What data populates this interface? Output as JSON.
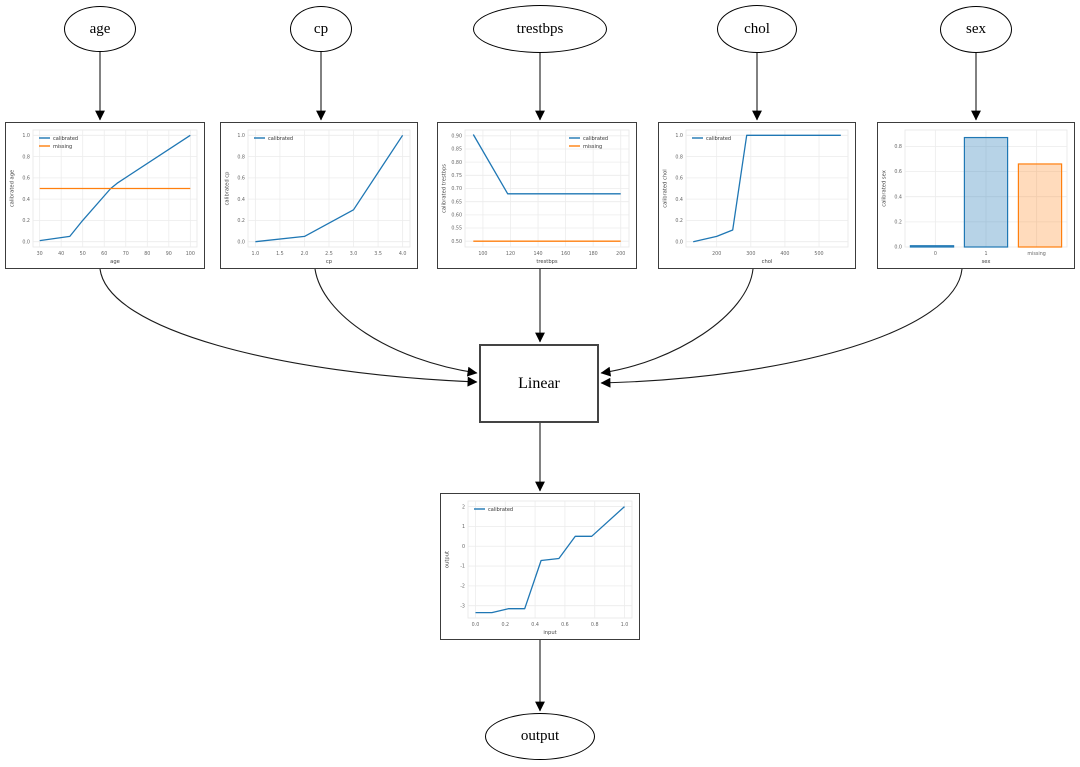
{
  "diagram": {
    "nodes": {
      "age": {
        "label": "age"
      },
      "cp": {
        "label": "cp"
      },
      "trestbps": {
        "label": "trestbps"
      },
      "chol": {
        "label": "chol"
      },
      "sex": {
        "label": "sex"
      },
      "linear": {
        "label": "Linear"
      },
      "output": {
        "label": "output"
      }
    },
    "colors": {
      "calibrated": "#1f77b4",
      "missing": "#ff7f0e",
      "edge": "#1a1a1a",
      "panel_border": "#3c3c3c"
    }
  },
  "chart_data": [
    {
      "id": "calibrator-age",
      "type": "line",
      "xlabel": "age",
      "ylabel": "calibrated age",
      "xlim": [
        26.9,
        103.1
      ],
      "ylim": [
        -0.05,
        1.05
      ],
      "xticks": [
        "30",
        "40",
        "50",
        "60",
        "70",
        "80",
        "90",
        "100"
      ],
      "yticks": [
        "0.0",
        "0.2",
        "0.4",
        "0.6",
        "0.8",
        "1.0"
      ],
      "legend_pos": "nw",
      "series": [
        {
          "name": "calibrated",
          "color": "#1f77b4",
          "points": [
            [
              30,
              0.01
            ],
            [
              44,
              0.05
            ],
            [
              50,
              0.2
            ],
            [
              63,
              0.5
            ],
            [
              66,
              0.55
            ],
            [
              100,
              1.0
            ]
          ]
        },
        {
          "name": "missing",
          "color": "#ff7f0e",
          "points": [
            [
              30,
              0.5
            ],
            [
              100,
              0.5
            ]
          ]
        }
      ]
    },
    {
      "id": "calibrator-cp",
      "type": "line",
      "xlabel": "cp",
      "ylabel": "calibrated cp",
      "xlim": [
        0.85,
        4.15
      ],
      "ylim": [
        -0.05,
        1.05
      ],
      "xticks": [
        "1.0",
        "1.5",
        "2.0",
        "2.5",
        "3.0",
        "3.5",
        "4.0"
      ],
      "yticks": [
        "0.0",
        "0.2",
        "0.4",
        "0.6",
        "0.8",
        "1.0"
      ],
      "legend_pos": "nw",
      "series": [
        {
          "name": "calibrated",
          "color": "#1f77b4",
          "points": [
            [
              1.0,
              0.0
            ],
            [
              2.0,
              0.05
            ],
            [
              3.0,
              0.3
            ],
            [
              4.0,
              1.0
            ]
          ]
        }
      ]
    },
    {
      "id": "calibrator-trestbps",
      "type": "line",
      "xlabel": "trestbps",
      "ylabel": "calibrated trestbps",
      "xlim": [
        87,
        206
      ],
      "ylim": [
        0.478,
        0.922
      ],
      "xticks": [
        "100",
        "120",
        "140",
        "160",
        "180",
        "200"
      ],
      "yticks": [
        "0.50",
        "0.55",
        "0.60",
        "0.65",
        "0.70",
        "0.75",
        "0.80",
        "0.85",
        "0.90"
      ],
      "legend_pos": "ne",
      "series": [
        {
          "name": "calibrated",
          "color": "#1f77b4",
          "points": [
            [
              93,
              0.905
            ],
            [
              118,
              0.68
            ],
            [
              200,
              0.68
            ]
          ]
        },
        {
          "name": "missing",
          "color": "#ff7f0e",
          "points": [
            [
              93,
              0.5
            ],
            [
              200,
              0.5
            ]
          ]
        }
      ]
    },
    {
      "id": "calibrator-chol",
      "type": "line",
      "xlabel": "chol",
      "ylabel": "calibrated chol",
      "xlim": [
        110,
        585
      ],
      "ylim": [
        -0.05,
        1.05
      ],
      "xticks": [
        "200",
        "300",
        "400",
        "500"
      ],
      "yticks": [
        "0.0",
        "0.2",
        "0.4",
        "0.6",
        "0.8",
        "1.0"
      ],
      "legend_pos": "nw",
      "series": [
        {
          "name": "calibrated",
          "color": "#1f77b4",
          "points": [
            [
              131,
              0.0
            ],
            [
              200,
              0.05
            ],
            [
              247,
              0.11
            ],
            [
              288,
              1.0
            ],
            [
              564,
              1.0
            ]
          ]
        }
      ]
    },
    {
      "id": "calibrator-sex",
      "type": "bar",
      "xlabel": "sex",
      "ylabel": "calibrated sex",
      "categories": [
        "0",
        "1",
        "missing"
      ],
      "values": [
        0.01,
        0.87,
        0.66
      ],
      "bar_fills": [
        "rgba(31,119,180,0.32)",
        "rgba(31,119,180,0.32)",
        "rgba(255,127,14,0.28)"
      ],
      "bar_edges": [
        "#1f77b4",
        "#1f77b4",
        "#ff7f0e"
      ],
      "ylim": [
        0,
        0.93
      ],
      "yticks": [
        "0.0",
        "0.2",
        "0.4",
        "0.6",
        "0.8"
      ],
      "legend_pos": null,
      "series": []
    },
    {
      "id": "output-calibrator",
      "type": "line",
      "xlabel": "input",
      "ylabel": "output",
      "xlim": [
        -0.05,
        1.05
      ],
      "ylim": [
        -3.62,
        2.28
      ],
      "xticks": [
        "0.0",
        "0.2",
        "0.4",
        "0.6",
        "0.8",
        "1.0"
      ],
      "yticks": [
        "-3",
        "-2",
        "-1",
        "0",
        "1",
        "2"
      ],
      "legend_pos": "nw",
      "series": [
        {
          "name": "calibrated",
          "color": "#1f77b4",
          "points": [
            [
              0.0,
              -3.35
            ],
            [
              0.11,
              -3.35
            ],
            [
              0.22,
              -3.15
            ],
            [
              0.33,
              -3.15
            ],
            [
              0.44,
              -0.72
            ],
            [
              0.56,
              -0.62
            ],
            [
              0.67,
              0.5
            ],
            [
              0.78,
              0.5
            ],
            [
              1.0,
              2.0
            ]
          ]
        }
      ]
    }
  ]
}
